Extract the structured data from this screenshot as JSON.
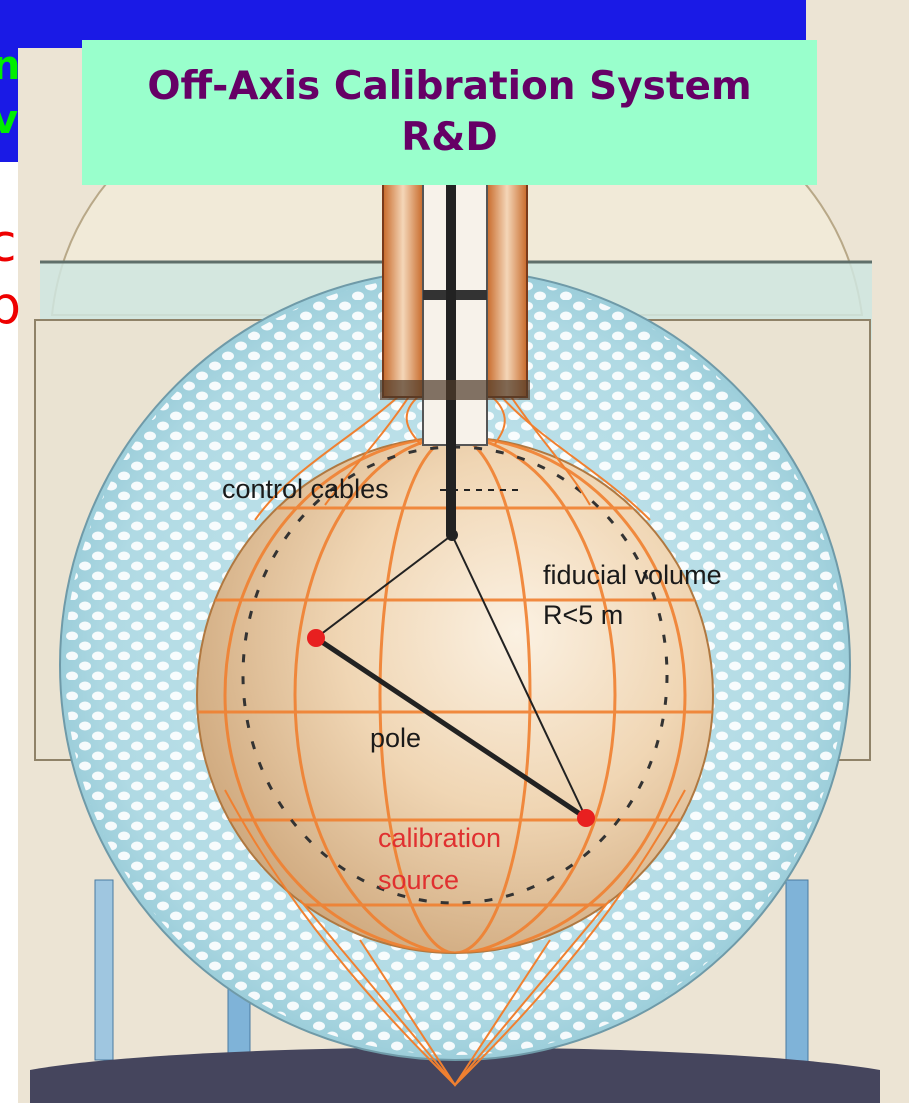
{
  "title": {
    "line1": "Off-Axis Calibration System",
    "line2": "R&D"
  },
  "labels": {
    "control_cables": "control cables",
    "fiducial_volume": "fiducial volume",
    "fiducial_radius": "R<5 m",
    "pole": "pole",
    "calibration": "calibration",
    "source": "source"
  },
  "cut_off_text": {
    "green_top": "n",
    "green_bottom": "v",
    "red_top": "c",
    "red_bottom": "p"
  },
  "colors": {
    "title_bg": "#99ffcc",
    "title_text": "#660066",
    "top_banner": "#1a1ae6",
    "background": "#ece4d4",
    "pmt_sphere": "#a8d4df",
    "pmt_dots": "#ffffff",
    "inner_sphere": "#e8c8a0",
    "grid_lines": "#f08030",
    "source_points": "#e82020",
    "label_red": "#e03030",
    "legs": "#7fb3d8",
    "floor": "#45455d"
  }
}
